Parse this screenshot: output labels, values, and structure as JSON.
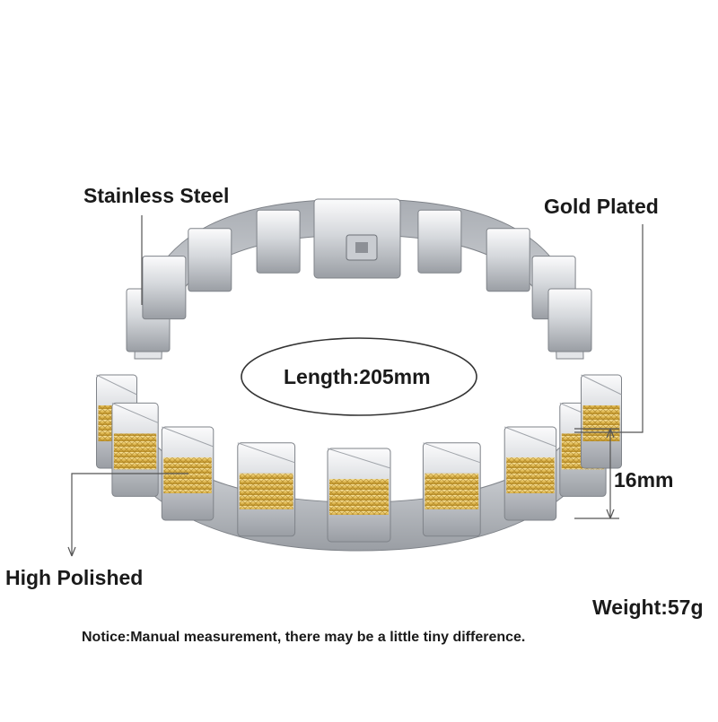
{
  "labels": {
    "material": "Stainless Steel",
    "plating": "Gold Plated",
    "length": "Length:205mm",
    "width": "16mm",
    "finish": "High Polished",
    "weight": "Weight:57g",
    "notice": "Notice:Manual measurement, there may be a little tiny difference."
  },
  "colors": {
    "steel_light": "#f2f3f5",
    "steel_mid": "#c9ccd1",
    "steel_dark": "#8d9096",
    "gold_light": "#f5dc8a",
    "gold_dark": "#c39a2e",
    "line": "#555555"
  }
}
